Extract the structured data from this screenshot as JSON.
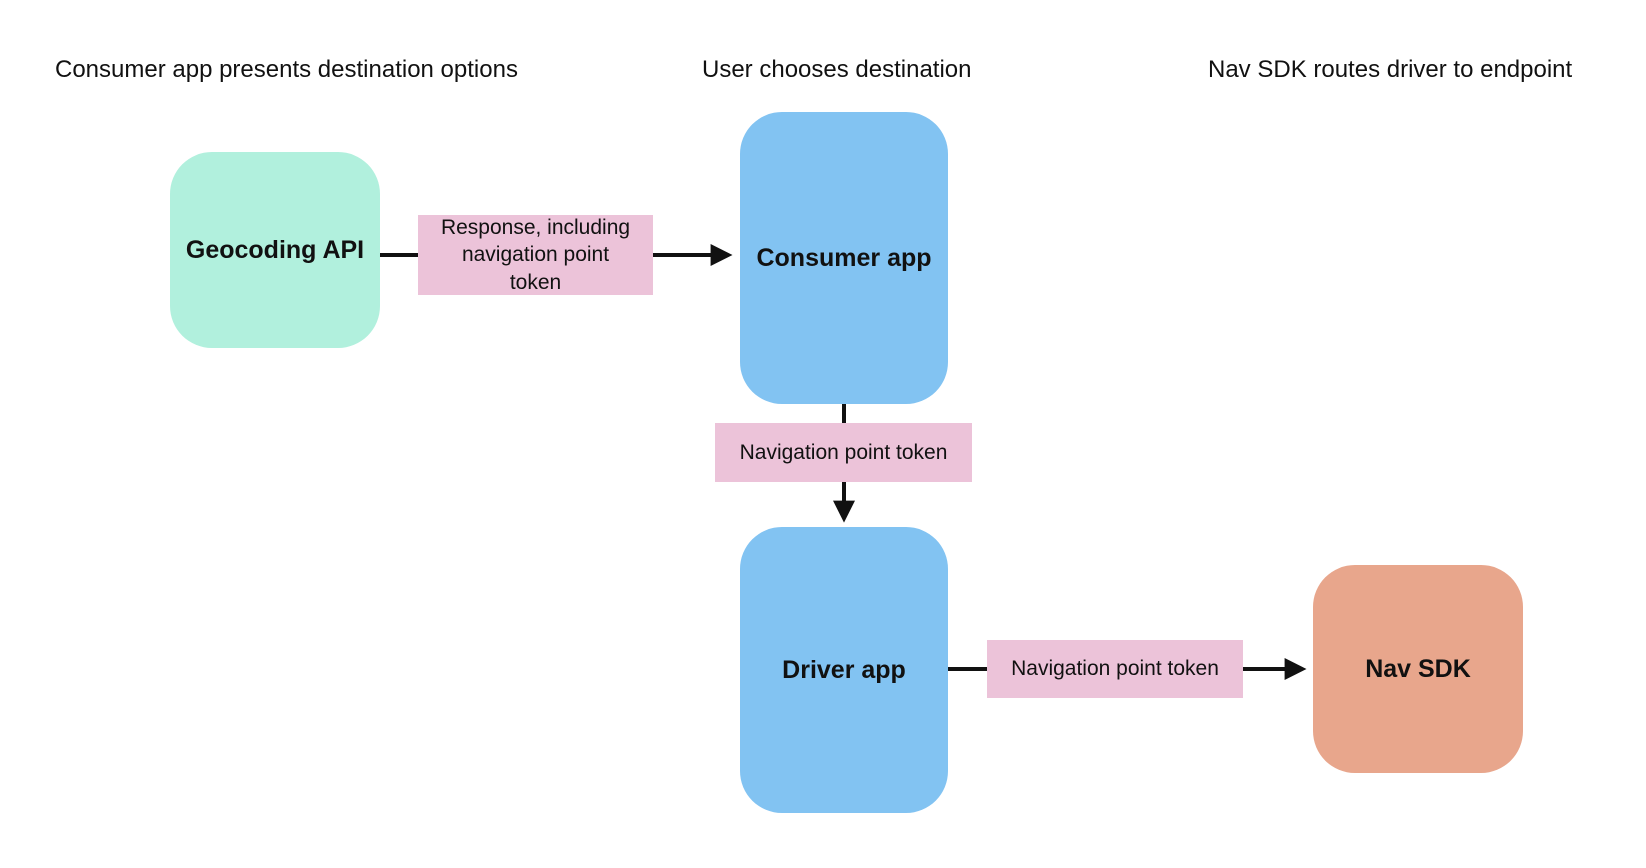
{
  "canvas": {
    "background": "#ffffff"
  },
  "colors": {
    "node_mint": "#b1f0dd",
    "node_blue": "#82c3f2",
    "node_salmon": "#e8a68c",
    "edge_label_pink": "#ecc3d9",
    "arrow_black": "#111111",
    "text": "#111111"
  },
  "headers": [
    {
      "text": "Consumer app presents destination options"
    },
    {
      "text": "User chooses destination"
    },
    {
      "text": "Nav SDK routes driver to endpoint"
    }
  ],
  "nodes": {
    "geocoding_api": {
      "label": "Geocoding API",
      "color": "#b1f0dd"
    },
    "consumer_app": {
      "label": "Consumer app",
      "color": "#82c3f2"
    },
    "driver_app": {
      "label": "Driver app",
      "color": "#82c3f2"
    },
    "nav_sdk": {
      "label": "Nav SDK",
      "color": "#e8a68c"
    }
  },
  "edge_labels": {
    "geocoding_to_consumer": {
      "text": "Response, including navigation point token"
    },
    "consumer_to_driver": {
      "text": "Navigation point token"
    },
    "driver_to_nav_sdk": {
      "text": "Navigation point token"
    }
  }
}
